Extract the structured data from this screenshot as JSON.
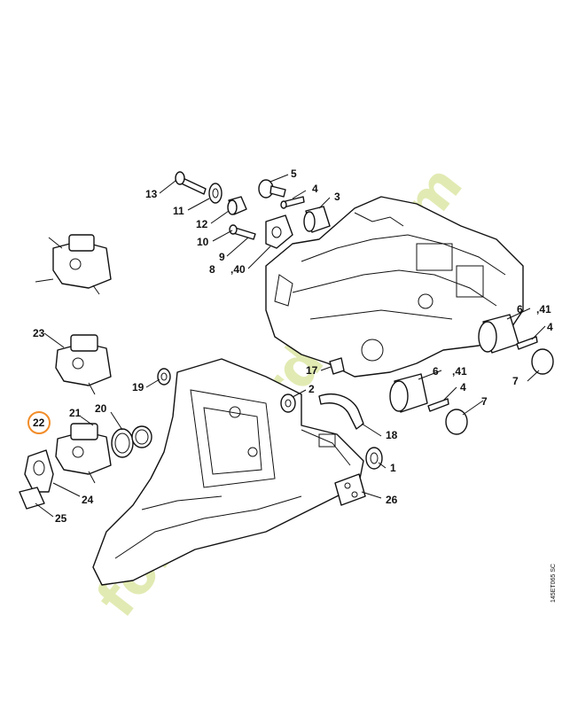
{
  "diagram": {
    "drawing_code": "145ET065 SC",
    "highlight_color": "#f28c28",
    "highlighted_label": "22",
    "watermark_text": "forestgarden.com",
    "labels": {
      "l13": "13",
      "l11": "11",
      "l12": "12",
      "l10": "10",
      "l9": "9",
      "l8": "8",
      "l40a": ",40",
      "l5": "5",
      "l4a": "4",
      "l3": "3",
      "l23": "23",
      "l19": "19",
      "l17": "17",
      "l2": "2",
      "l6a": "6",
      "l41a": ",41",
      "l4b": "4",
      "l7a": "7",
      "l6b": "6",
      "l41b": ",41",
      "l4c": "4",
      "l7b": "7",
      "l22": "22",
      "l21": "21",
      "l20": "20",
      "l18": "18",
      "l1": "1",
      "l24": "24",
      "l25": "25",
      "l26": "26"
    }
  }
}
